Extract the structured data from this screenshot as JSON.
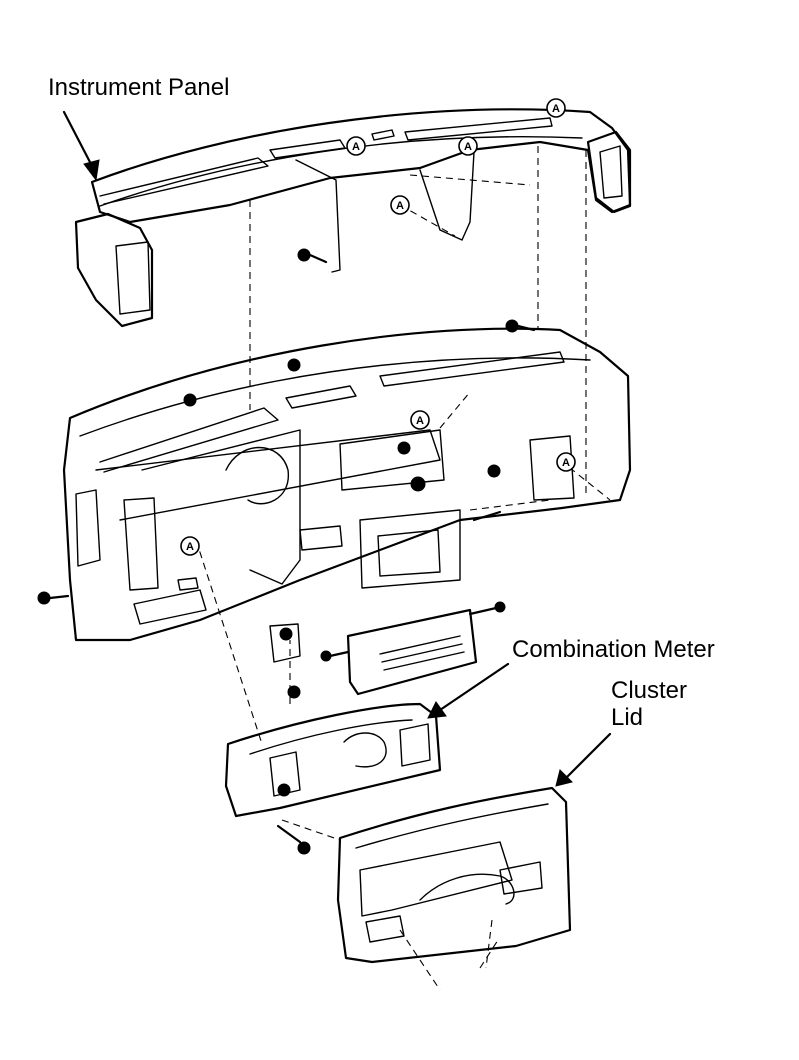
{
  "labels": {
    "instrument_panel": "Instrument Panel",
    "combination_meter": "Combination Meter",
    "cluster_lid_line1": "Cluster",
    "cluster_lid_line2": "Lid"
  },
  "reference_marker": "A",
  "colors": {
    "ink": "#000000",
    "paper": "#ffffff"
  }
}
